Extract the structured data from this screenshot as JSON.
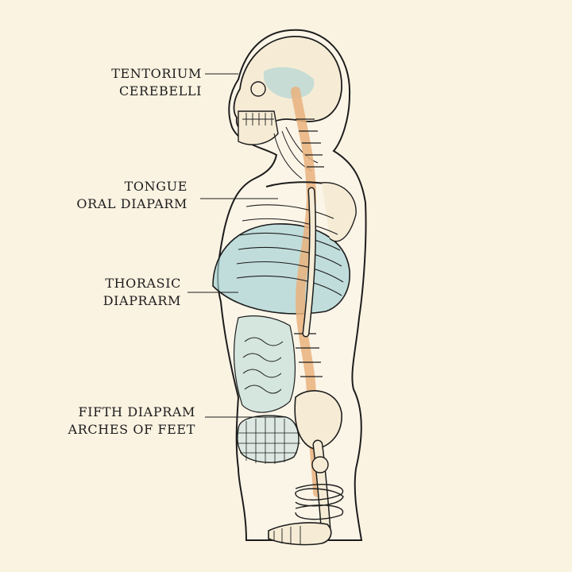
{
  "labels": [
    {
      "id": "tentorium",
      "lines": [
        "TENTORIUM",
        "CEREBELLI"
      ]
    },
    {
      "id": "tongue",
      "lines": [
        "TONGUE",
        "ORAL DIAPARM"
      ]
    },
    {
      "id": "thorasic",
      "lines": [
        "THORASIC",
        "DIAPRARM"
      ]
    },
    {
      "id": "fifth",
      "lines": [
        "FIFTH DIAPRAM",
        "ARCHES OF FEET"
      ]
    }
  ],
  "colors": {
    "background": "#fbf3e2",
    "ink": "#1d1d1d",
    "bone": "#f6ecd6",
    "spine": "#e9b27c",
    "diaphragm": "#9fd0d4",
    "organ": "#bcdcd8"
  }
}
